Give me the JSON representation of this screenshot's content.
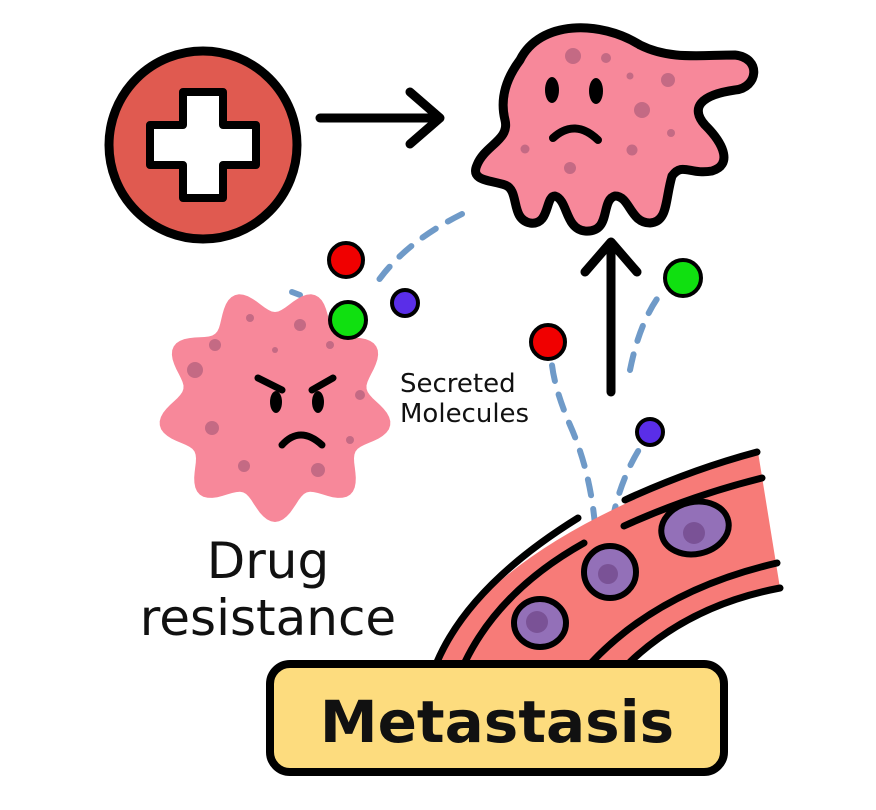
{
  "labels": {
    "secreted_line1": "Secreted",
    "secreted_line2": "Molecules",
    "drug_line1": "Drug",
    "drug_line2": "resistance",
    "metastasis": "Metastasis"
  },
  "icons": [
    "plus-icon",
    "arrow-right-icon",
    "arrow-up-icon",
    "sad-cell-icon",
    "angry-cell-icon",
    "blood-vessel-icon"
  ],
  "colors": {
    "plus_circle": "#e05a50",
    "cell_pink": "#f7889a",
    "cell_spots": "#c46a84",
    "vessel": "#f77b78",
    "vessel_cell": "#9370b8",
    "vessel_nucleus": "#7a5296",
    "label_box": "#fddc7e",
    "dash": "#6f9ac8",
    "molecule_red": "#f00000",
    "molecule_green": "#10e010",
    "molecule_purple": "#5a2ee8"
  }
}
